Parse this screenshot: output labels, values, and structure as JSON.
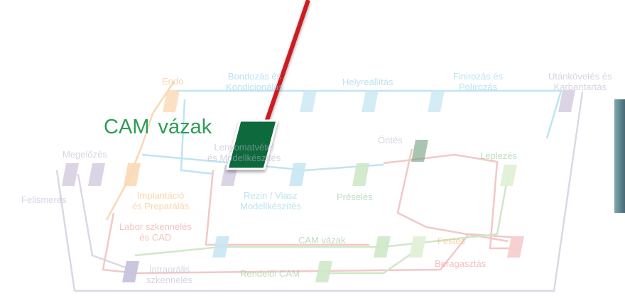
{
  "title": "CAM  vázak",
  "colors": {
    "green_line": "#7ab648",
    "red_line": "#cc1f24",
    "active_parallelogram": "#0f6b3d",
    "blue_track": "#bfe4f2",
    "red_track": "#f4c7c7",
    "grey_track": "#d9d2e3",
    "green_track": "#cfe8c8"
  },
  "labels": {
    "endo": "Endo",
    "bondozas": "Bondozás és\nKondicionálás",
    "helyreallitas": "Helyreállítás",
    "finirozas": "Finirozás és\nPolírozás",
    "utankovetes": "Utánkövetés és\nKarbantartás",
    "megelozes": "Megelőzés",
    "lenyomatvetel": "Lenyomatvétel\nés Modellkészítés",
    "ontes": "Öntés",
    "leplezes": "Leplezés",
    "felismeres": "Felismerés",
    "implantacio": "Implantáció\nés Preparálás",
    "rezin": "Rezin / Viasz\nModellkészítés",
    "preseles": "Préselés",
    "labor": "Labor szkennelés\nés CAD",
    "cam_vazak_small": "CAM vázak",
    "festes": "Festés",
    "beragasztas": "Beragasztás",
    "intraoralis": "Intraorális\nszkennelés",
    "rendeloi_cam": "Rendelői CAM"
  }
}
